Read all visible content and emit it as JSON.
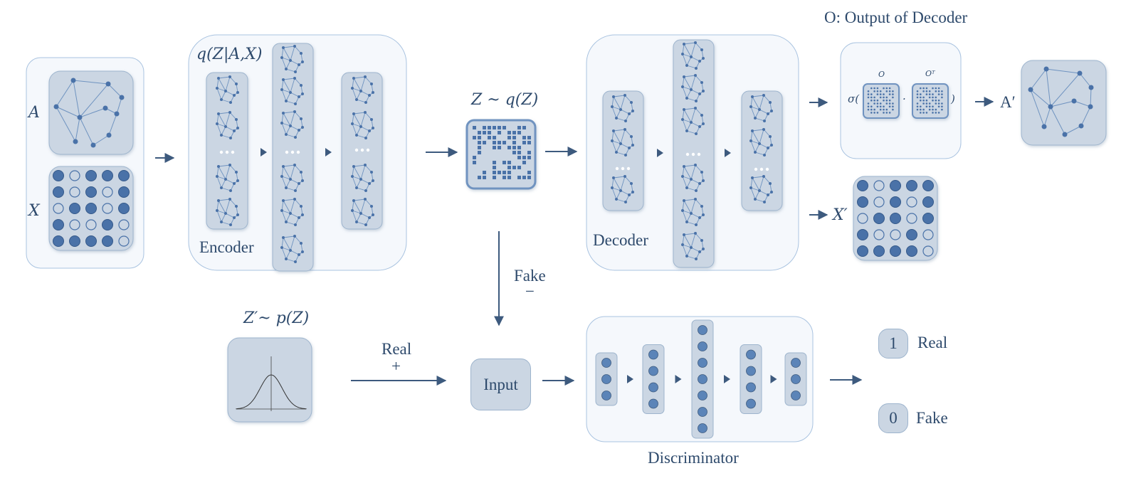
{
  "labels": {
    "a": "A",
    "x": "X",
    "encoder_q": "q(Z|A,X)",
    "encoder": "Encoder",
    "z_q": "Z ~ q(Z)",
    "decoder": "Decoder",
    "output_title": "O: Output of Decoder",
    "o": "O",
    "o_t": "Oᵀ",
    "sigma_open": "σ(",
    "dot": "·",
    "close_paren": ")",
    "a_prime": "A′",
    "x_prime": "X′",
    "fake_edge": "Fake",
    "minus": "−",
    "z_prime": "Z′~ p(Z)",
    "real_edge": "Real",
    "plus": "+",
    "input": "Input",
    "discriminator": "Discriminator",
    "out_one": "1",
    "out_real": "Real",
    "out_zero": "0",
    "out_fake": "Fake"
  },
  "feature_matrix_x": [
    [
      1,
      0,
      1,
      1,
      1
    ],
    [
      1,
      0,
      1,
      0,
      1
    ],
    [
      0,
      1,
      1,
      0,
      1
    ],
    [
      1,
      0,
      0,
      1,
      0
    ],
    [
      1,
      1,
      1,
      1,
      0
    ]
  ],
  "feature_matrix_x_prime": [
    [
      1,
      0,
      1,
      1,
      1
    ],
    [
      1,
      0,
      1,
      0,
      1
    ],
    [
      0,
      1,
      1,
      0,
      1
    ],
    [
      1,
      0,
      0,
      1,
      0
    ],
    [
      1,
      1,
      1,
      1,
      0
    ]
  ],
  "discriminator_layers": [
    3,
    4,
    7,
    4,
    3
  ],
  "colors": {
    "accent": "#4a72a8",
    "box_fill": "#cbd6e3",
    "outer_fill": "#f5f8fc",
    "outer_stroke": "#a9c3e0",
    "line": "#3d5a7e"
  }
}
